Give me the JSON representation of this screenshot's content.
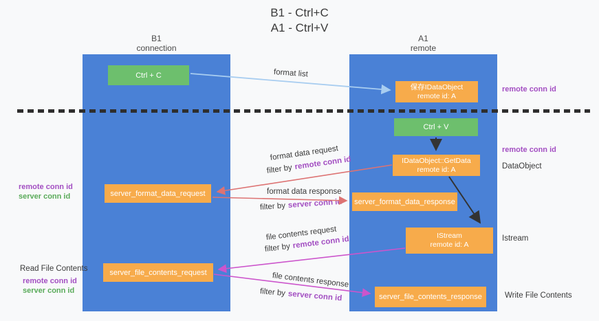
{
  "title": {
    "line1": "B1 - Ctrl+C",
    "line2": "A1 - Ctrl+V"
  },
  "lanes": {
    "left": {
      "title": "B1",
      "subtitle": "connection"
    },
    "right": {
      "title": "A1",
      "subtitle": "remote"
    }
  },
  "boxes": {
    "ctrl_c": {
      "label": "Ctrl + C"
    },
    "save_idataobject": {
      "line1": "保存IDataObject",
      "line2": "remote id: A"
    },
    "ctrl_v": {
      "label": "Ctrl + V"
    },
    "getdata": {
      "line1": "IDataObject::GetData",
      "line2": "remote id: A"
    },
    "server_format_data_request": {
      "label": "server_format_data_request"
    },
    "server_format_data_response": {
      "label": "server_format_data_response"
    },
    "istream": {
      "line1": "IStream",
      "line2": "remote id: A"
    },
    "server_file_contents_request": {
      "label": "server_file_contents_request"
    },
    "server_file_contents_response": {
      "label": "server_file_contents_response"
    }
  },
  "left_annotations": {
    "remote_conn_id": "remote conn id",
    "server_conn_id": "server conn id",
    "read_file_contents": "Read File Contents",
    "remote_conn_id_2": "remote conn id",
    "server_conn_id_2": "server conn id"
  },
  "right_annotations": {
    "remote_conn_id_top": "remote conn id",
    "remote_conn_id_mid": "remote conn id",
    "dataobject": "DataObject",
    "istream": "Istream",
    "write_file_contents": "Write File Contents"
  },
  "flow_labels": {
    "format_list": "format list",
    "format_data_request": "format data request",
    "format_data_response": "format data response",
    "file_contents_request": "file contents request",
    "file_contents_response": "file contents response",
    "filter_by": "filter by",
    "remote_conn_id": "remote conn id",
    "server_conn_id": "server conn id"
  },
  "colors": {
    "lane_blue": "#4a81d6",
    "box_orange": "#f7ab4b",
    "box_green": "#6dbf6d",
    "arrow_salmon": "#dd7373",
    "arrow_magenta": "#cc55cc",
    "arrow_lightblue": "#a8cdf0",
    "arrow_black": "#333333",
    "text_purple": "#a34fc2",
    "text_green": "#5aab5a"
  }
}
